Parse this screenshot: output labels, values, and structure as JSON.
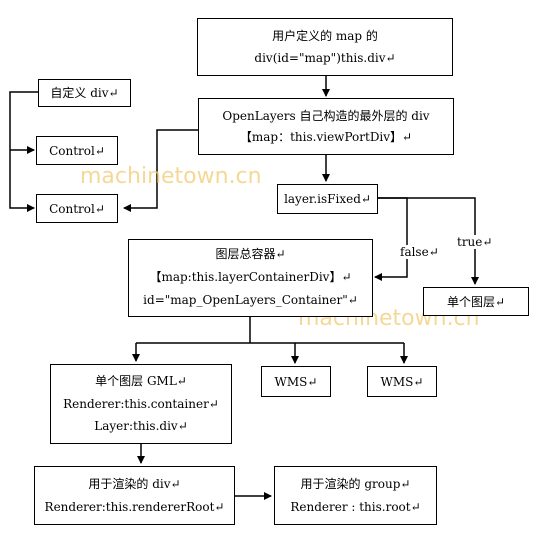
{
  "watermarks": [
    "machinetown.cn",
    "machinetown.cn"
  ],
  "nodes": {
    "user_map": [
      "用户定义的 map 的",
      "div(id=\"map\")this.div↵"
    ],
    "outer_div": [
      "OpenLayers 自己构造的最外层的 div",
      "【map：this.viewPortDiv】↵"
    ],
    "custom_div": [
      "自定义 div↵"
    ],
    "control1": [
      "Control↵"
    ],
    "control2": [
      "Control↵"
    ],
    "is_fixed": [
      "layer.isFixed↵"
    ],
    "layer_container": [
      "图层总容器↵",
      "【map:this.layerContainerDiv】↵",
      "id=\"map_OpenLayers_Container\"↵"
    ],
    "single_layer": [
      "单个图层↵"
    ],
    "gml_layer": [
      "单个图层 GML↵",
      "Renderer:this.container↵",
      "Layer:this.div↵"
    ],
    "wms1": [
      "WMS↵"
    ],
    "wms2": [
      "WMS↵"
    ],
    "render_div": [
      "用于渲染的 div↵",
      "Renderer:this.rendererRoot↵"
    ],
    "render_group": [
      "用于渲染的 group↵",
      "Renderer : this.root↵"
    ]
  },
  "edge_labels": {
    "false": "false↵",
    "true": "true↵"
  }
}
